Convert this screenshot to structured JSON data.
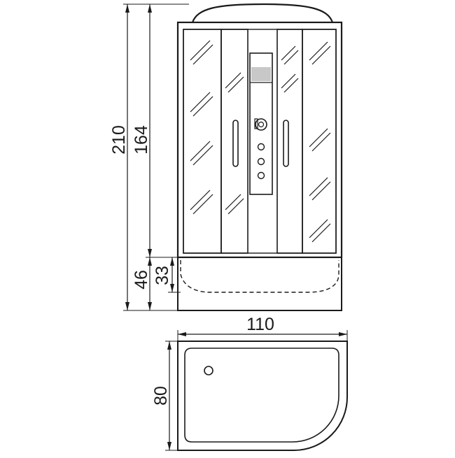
{
  "drawing": {
    "line_color": "#1a1a1a",
    "background": "#ffffff",
    "panel_shade": "#c8c8c8"
  },
  "dimensions": {
    "total_height": "210",
    "cabin_height": "164",
    "tray_height": "46",
    "tray_inner_height": "33",
    "width": "110",
    "depth": "80"
  }
}
